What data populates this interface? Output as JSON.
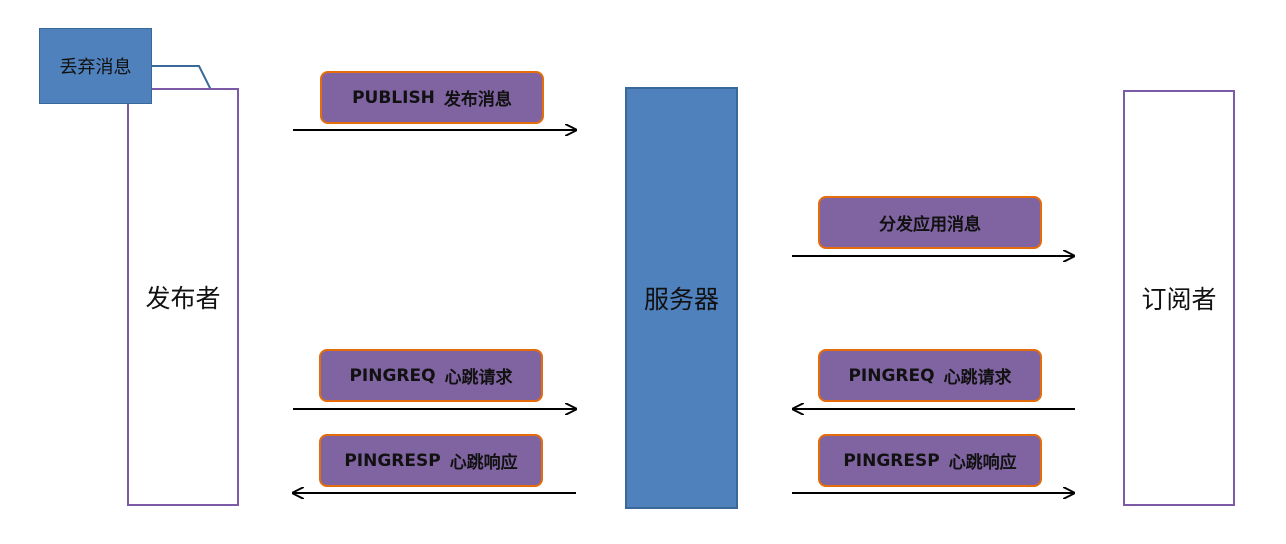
{
  "participants": {
    "publisher": "发布者",
    "server": "服务器",
    "subscriber": "订阅者"
  },
  "callout": {
    "label": "丢弃消息"
  },
  "messages": {
    "publish": {
      "cmd": "PUBLISH",
      "text": "发布消息"
    },
    "dispatch": {
      "cmd": "",
      "text": "分发应用消息"
    },
    "pingreq_left": {
      "cmd": "PINGREQ",
      "text": "心跳请求"
    },
    "pingreq_right": {
      "cmd": "PINGREQ",
      "text": "心跳请求"
    },
    "pingresp_left": {
      "cmd": "PINGRESP",
      "text": "心跳响应"
    },
    "pingresp_right": {
      "cmd": "PINGRESP",
      "text": "心跳响应"
    }
  },
  "colors": {
    "server_fill": "#4f81bd",
    "pill_fill": "#8064a2",
    "pill_border": "#e46c0a",
    "participant_border": "#7d5aa6",
    "arrow": "#000000",
    "callout_line": "#3a6899"
  }
}
